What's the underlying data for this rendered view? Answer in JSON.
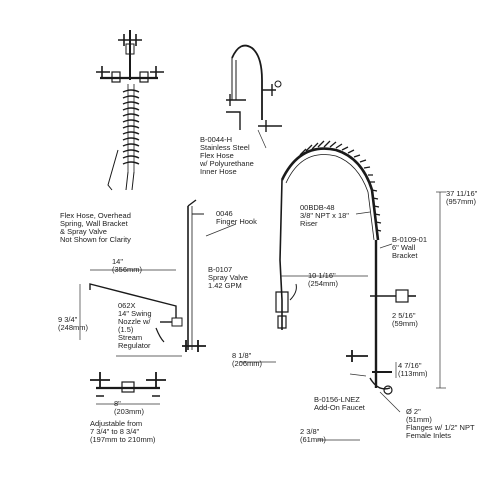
{
  "labels": {
    "stainless_hose": "B-0044-H\nStainless Steel\nFlex Hose\nw/ Polyurethane\nInner Hose",
    "flex_hose_overhead": "Flex Hose, Overhead\nSpring, Wall Bracket\n& Spray Valve\nNot Shown for Clarity",
    "finger_hook": "0046\nFinger Hook",
    "riser": "00BDB-48\n3/8\" NPT x 18\"\nRiser",
    "wall_bracket": "B-0109-01\n6\" Wall\nBracket",
    "spray_valve": "B-0107\nSpray Valve\n1.42 GPM",
    "width_44": "14\"\n(356mm)",
    "dim_9_3_4": "9 3/4\"\n(248mm)",
    "swing_nozzle": "062X\n14\" Swing\nNozzle w/\n(1.5)\nStream\nRegulator",
    "dim_10_1_16": "10 1/16\"\n(254mm)",
    "dim_2_5_16": "2 5/16\"\n(59mm)",
    "dim_8_1_8": "8 1/8\"\n(206mm)",
    "dim_4_7_16": "4 7/16\"\n(113mm)",
    "height_total": "37 11/16\"\n(957mm)",
    "add_on_faucet": "B-0156-LNEZ\nAdd-On Faucet",
    "center_8": "8\"\n(203mm)",
    "adjustable": "Adjustable from\n7 3/4\" to 8 3/4\"\n(197mm to 210mm)",
    "dim_2_3_8": "2 3/8\"\n(61mm)",
    "flanges": "Ø 2\"\n(51mm)\nFlanges w/ 1/2\" NPT\nFemale Inlets"
  }
}
